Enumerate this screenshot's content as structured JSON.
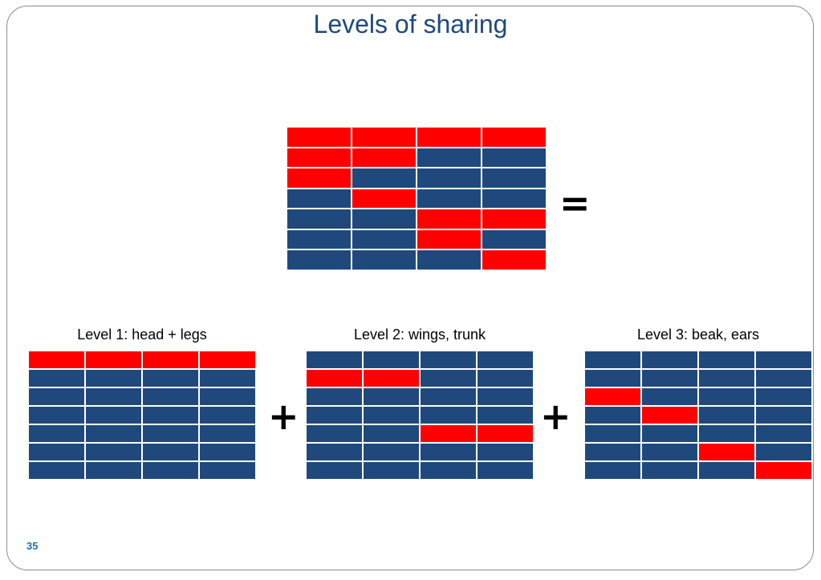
{
  "title": "Levels of sharing",
  "operators": {
    "equals": "=",
    "plus": "+"
  },
  "page_number": "35",
  "colors": {
    "shared": "#1f497d",
    "highlight": "#ff0000",
    "title": "#1f497d"
  },
  "grids": {
    "main": {
      "rows": 7,
      "cols": 4,
      "highlighted": [
        [
          0,
          0
        ],
        [
          0,
          1
        ],
        [
          0,
          2
        ],
        [
          0,
          3
        ],
        [
          1,
          0
        ],
        [
          1,
          1
        ],
        [
          2,
          0
        ],
        [
          3,
          1
        ],
        [
          4,
          2
        ],
        [
          4,
          3
        ],
        [
          5,
          2
        ],
        [
          6,
          3
        ]
      ]
    },
    "level1": {
      "label": "Level 1: head + legs",
      "rows": 7,
      "cols": 4,
      "highlighted": [
        [
          0,
          0
        ],
        [
          0,
          1
        ],
        [
          0,
          2
        ],
        [
          0,
          3
        ]
      ]
    },
    "level2": {
      "label": "Level 2: wings, trunk",
      "rows": 7,
      "cols": 4,
      "highlighted": [
        [
          1,
          0
        ],
        [
          1,
          1
        ],
        [
          4,
          2
        ],
        [
          4,
          3
        ]
      ]
    },
    "level3": {
      "label": "Level 3: beak, ears",
      "rows": 7,
      "cols": 4,
      "highlighted": [
        [
          2,
          0
        ],
        [
          3,
          1
        ],
        [
          5,
          2
        ],
        [
          6,
          3
        ]
      ]
    }
  }
}
